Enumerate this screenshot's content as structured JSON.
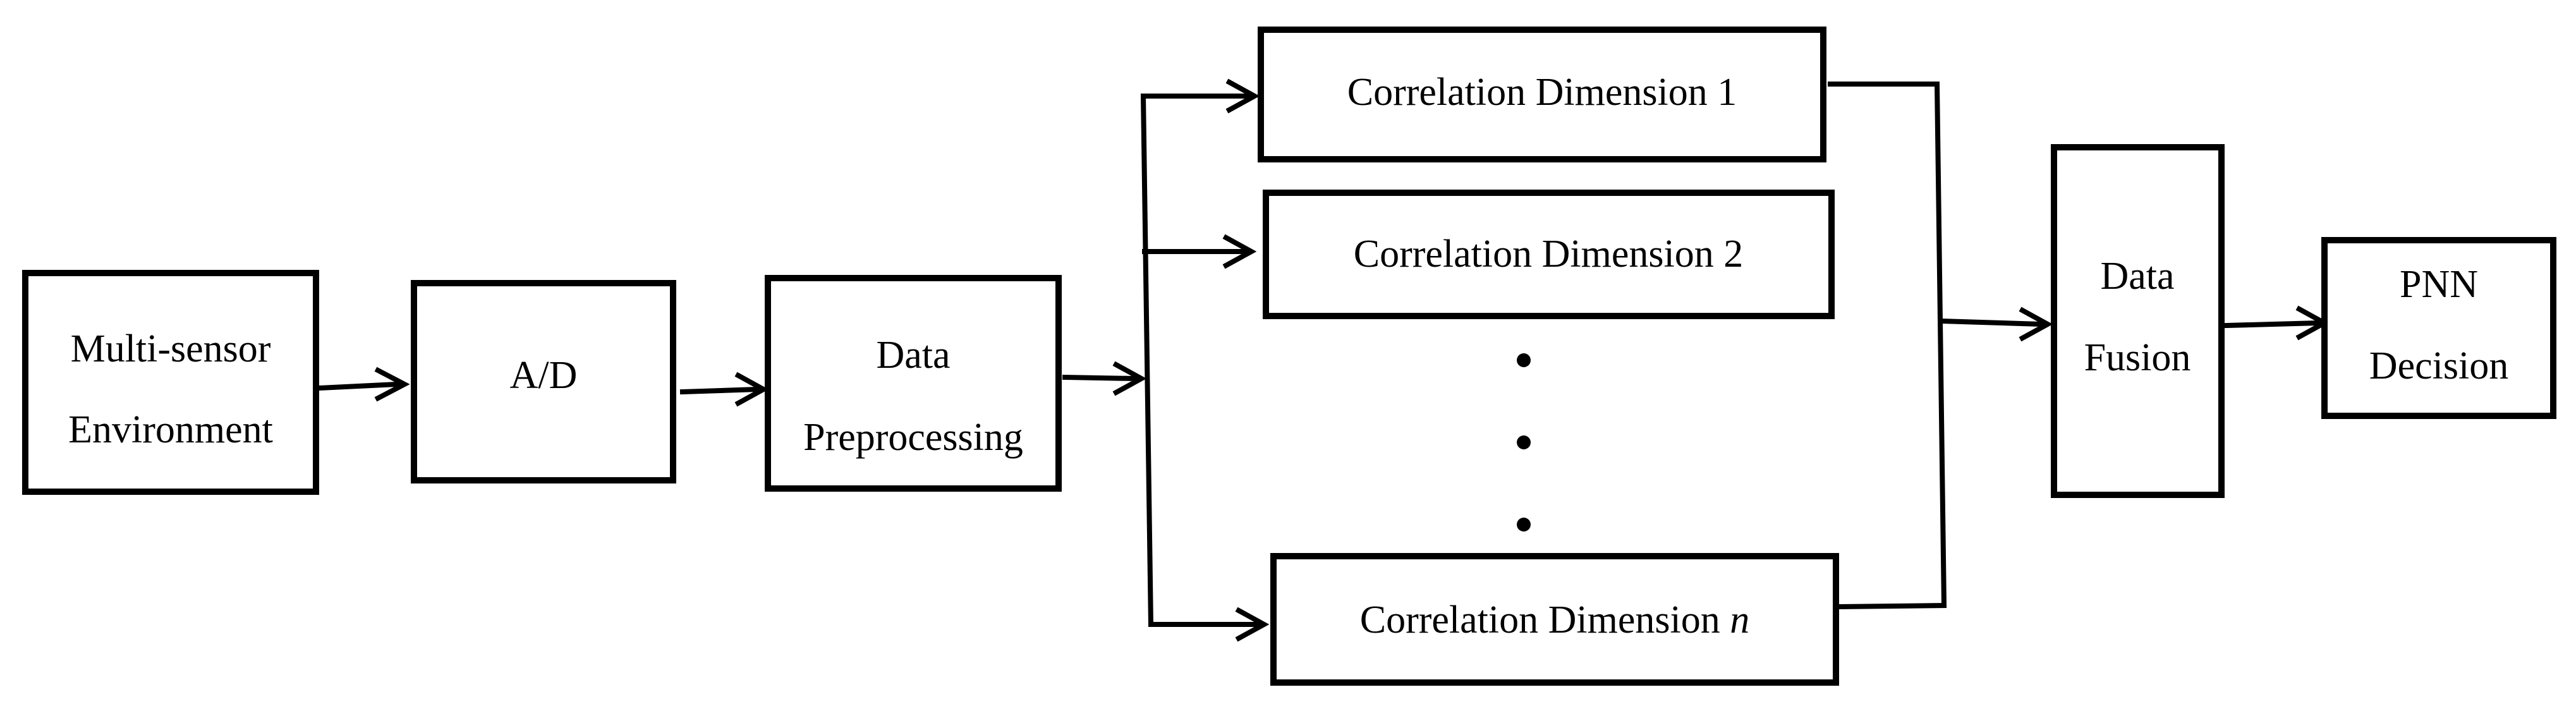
{
  "diagram": {
    "nodes": {
      "sensor": {
        "line1": "Multi-sensor",
        "line2": "Environment"
      },
      "ad": {
        "label": "A/D"
      },
      "prep": {
        "line1": "Data",
        "line2": "Preprocessing"
      },
      "cd1": {
        "label": "Correlation Dimension 1"
      },
      "cd2": {
        "label": "Correlation Dimension 2"
      },
      "cdn": {
        "prefix": "Correlation Dimension ",
        "suffix": "n"
      },
      "fusion": {
        "line1": "Data",
        "line2": "Fusion"
      },
      "pnn": {
        "line1": "PNN",
        "line2": "Decision"
      }
    },
    "ellipsis": "vertical-dots"
  }
}
